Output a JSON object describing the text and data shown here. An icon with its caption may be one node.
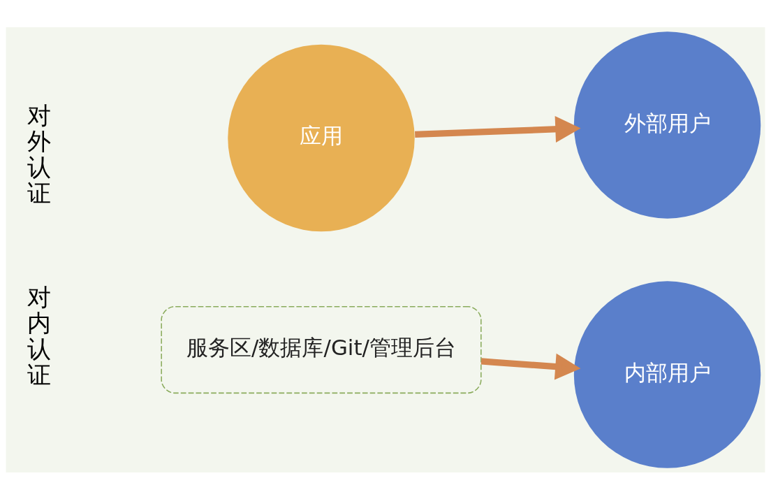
{
  "diagram": {
    "nodes": [
      {
        "text": [
          "应用"
        ]
      },
      {
        "text": [
          "外部用户"
        ]
      },
      {
        "text": [
          "服务区/数据库/Git/管理后台"
        ]
      },
      {
        "text": [
          "内部用户"
        ]
      }
    ],
    "edges": [
      {
        "from": 0,
        "to": 1,
        "arrow": "to"
      },
      {
        "from": 2,
        "to": 3,
        "arrow": "to"
      }
    ],
    "labels": [
      "对外认证",
      "对内认证"
    ]
  }
}
